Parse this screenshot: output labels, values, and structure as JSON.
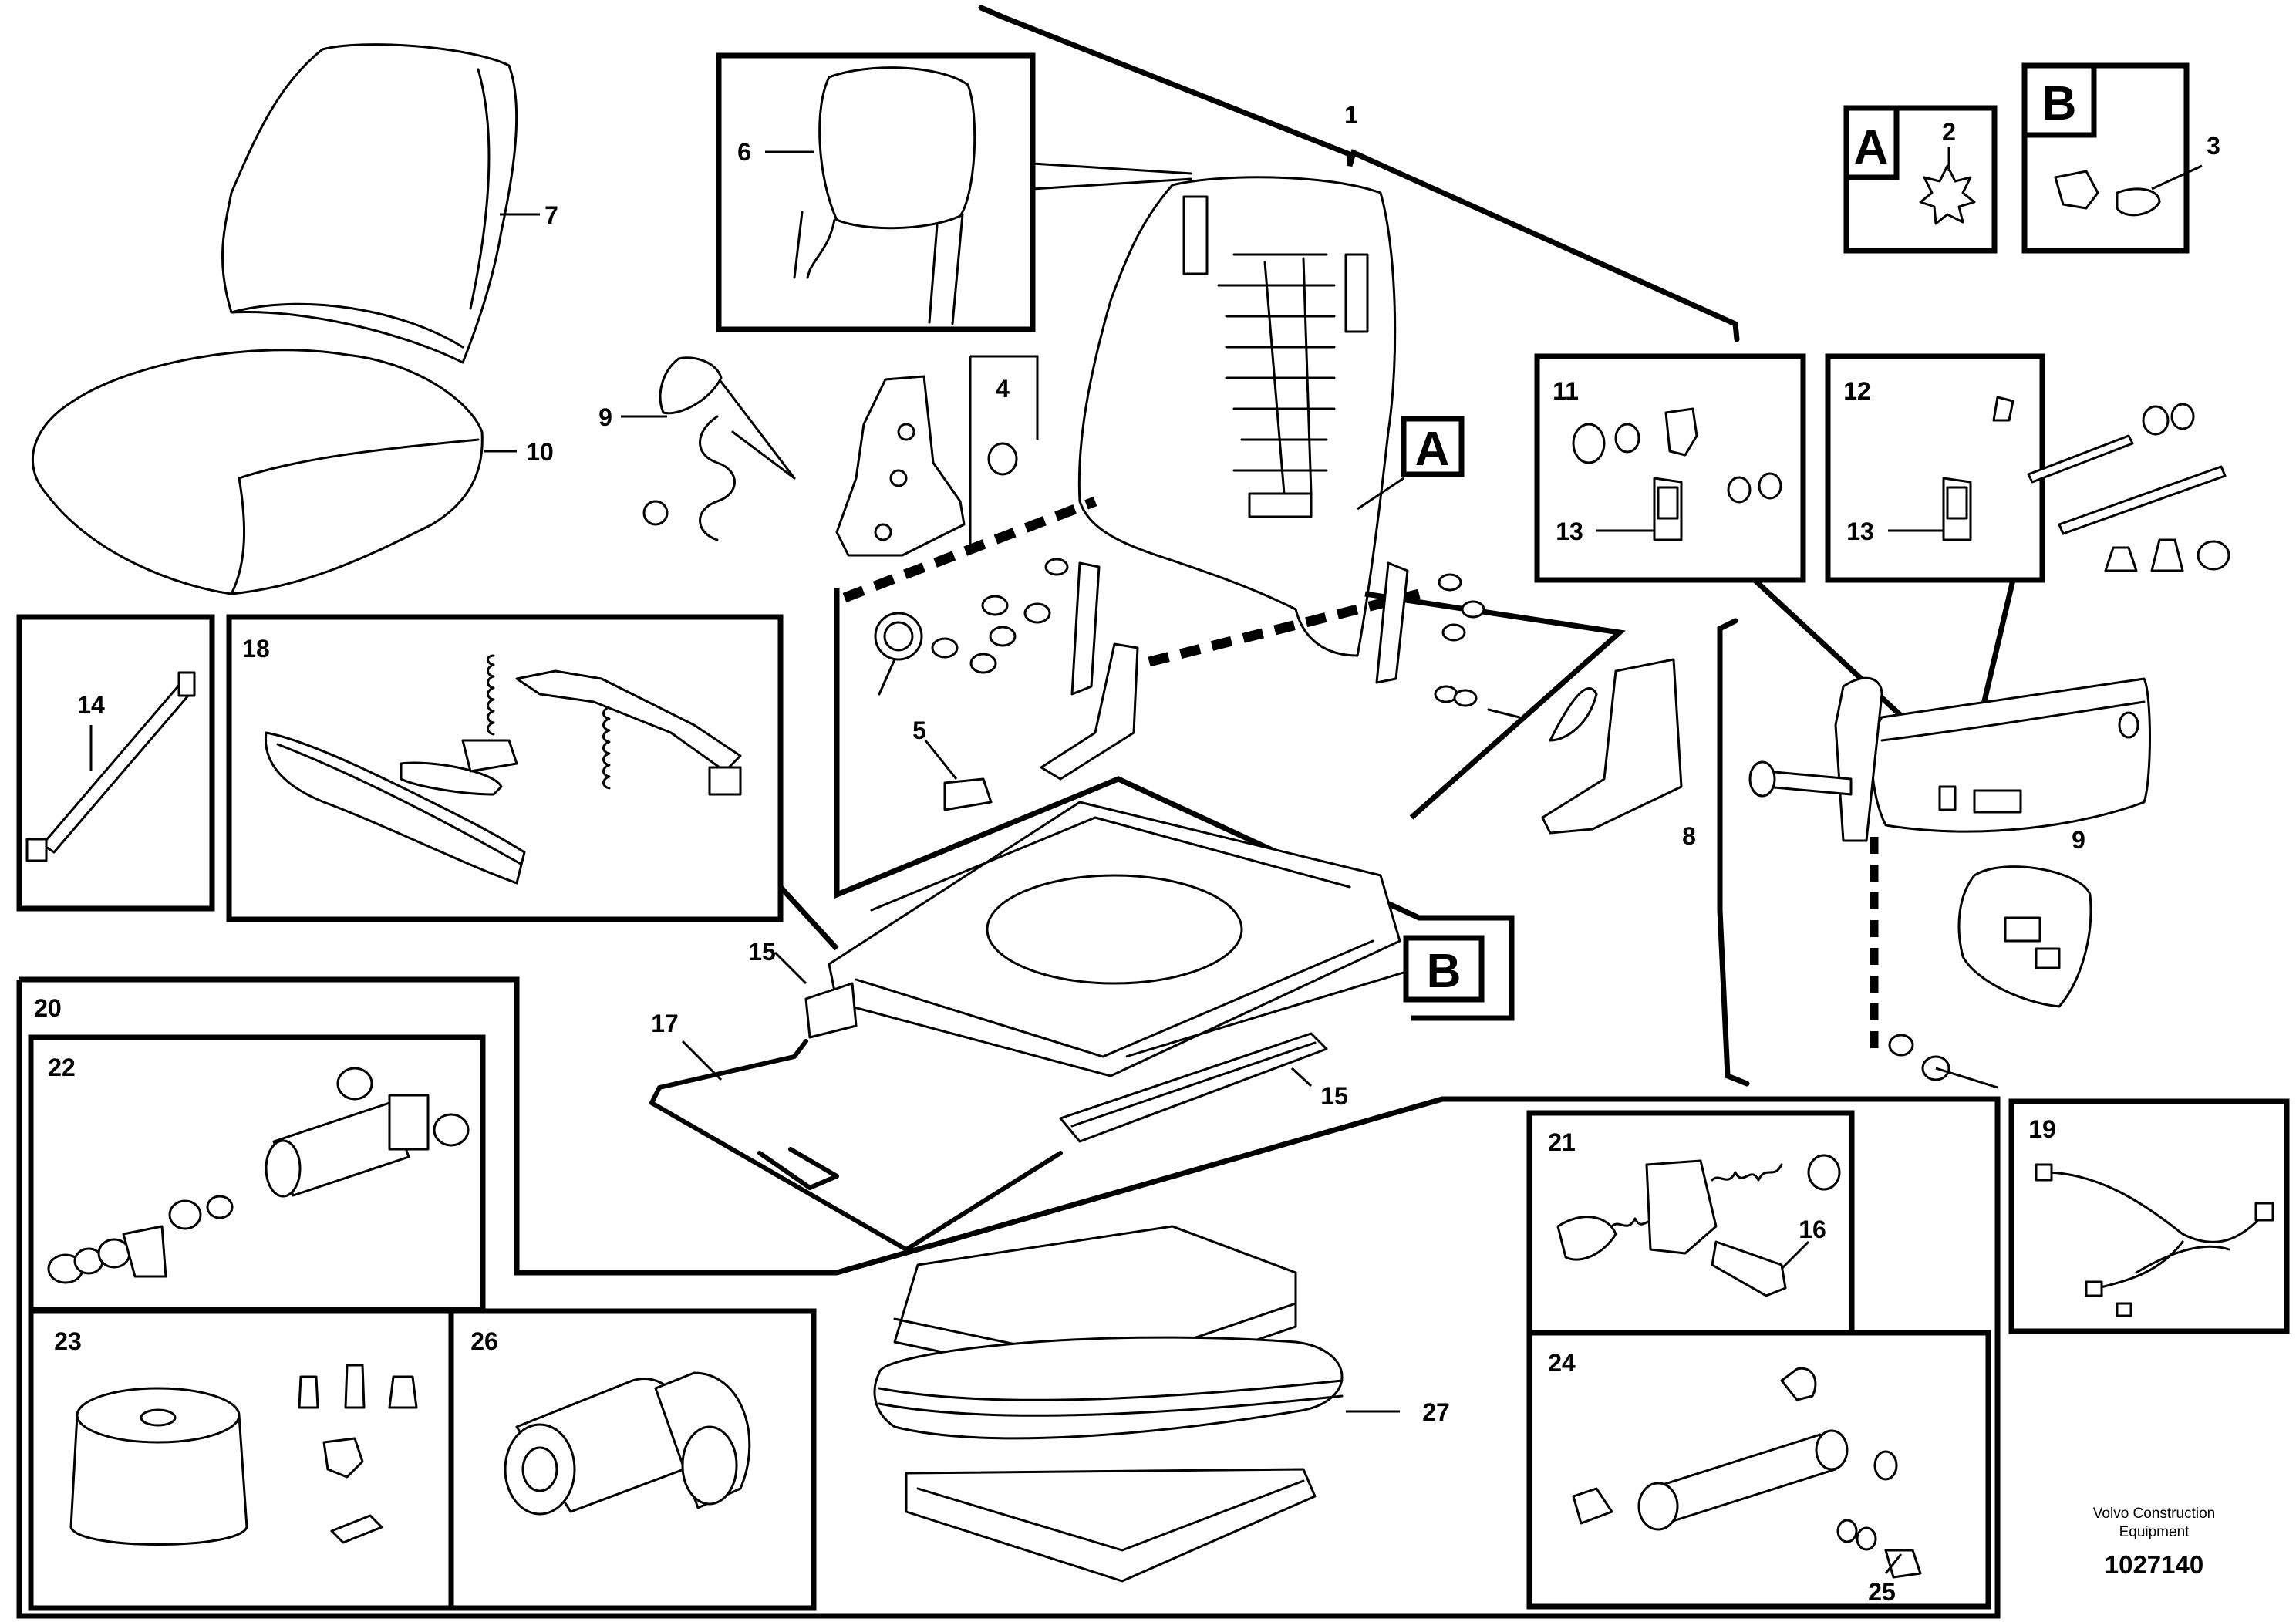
{
  "diagram": {
    "part_labels": {
      "p1": "1",
      "p2": "2",
      "p3": "3",
      "p4": "4",
      "p5": "5",
      "p6": "6",
      "p7": "7",
      "p8": "8",
      "p9a": "9",
      "p9b": "9",
      "p10": "10",
      "p11": "11",
      "p12": "12",
      "p13a": "13",
      "p13b": "13",
      "p14": "14",
      "p15a": "15",
      "p15b": "15",
      "p16": "16",
      "p17": "17",
      "p18": "18",
      "p19": "19",
      "p20": "20",
      "p21": "21",
      "p22": "22",
      "p23": "23",
      "p24": "24",
      "p25": "25",
      "p26": "26",
      "p27": "27"
    },
    "detail_letters": {
      "a_main": "A",
      "a_inset": "A",
      "b_main": "B",
      "b_inset": "B"
    },
    "footer": {
      "company_line1": "Volvo Construction",
      "company_line2": "Equipment",
      "doc_number": "1027140"
    }
  }
}
